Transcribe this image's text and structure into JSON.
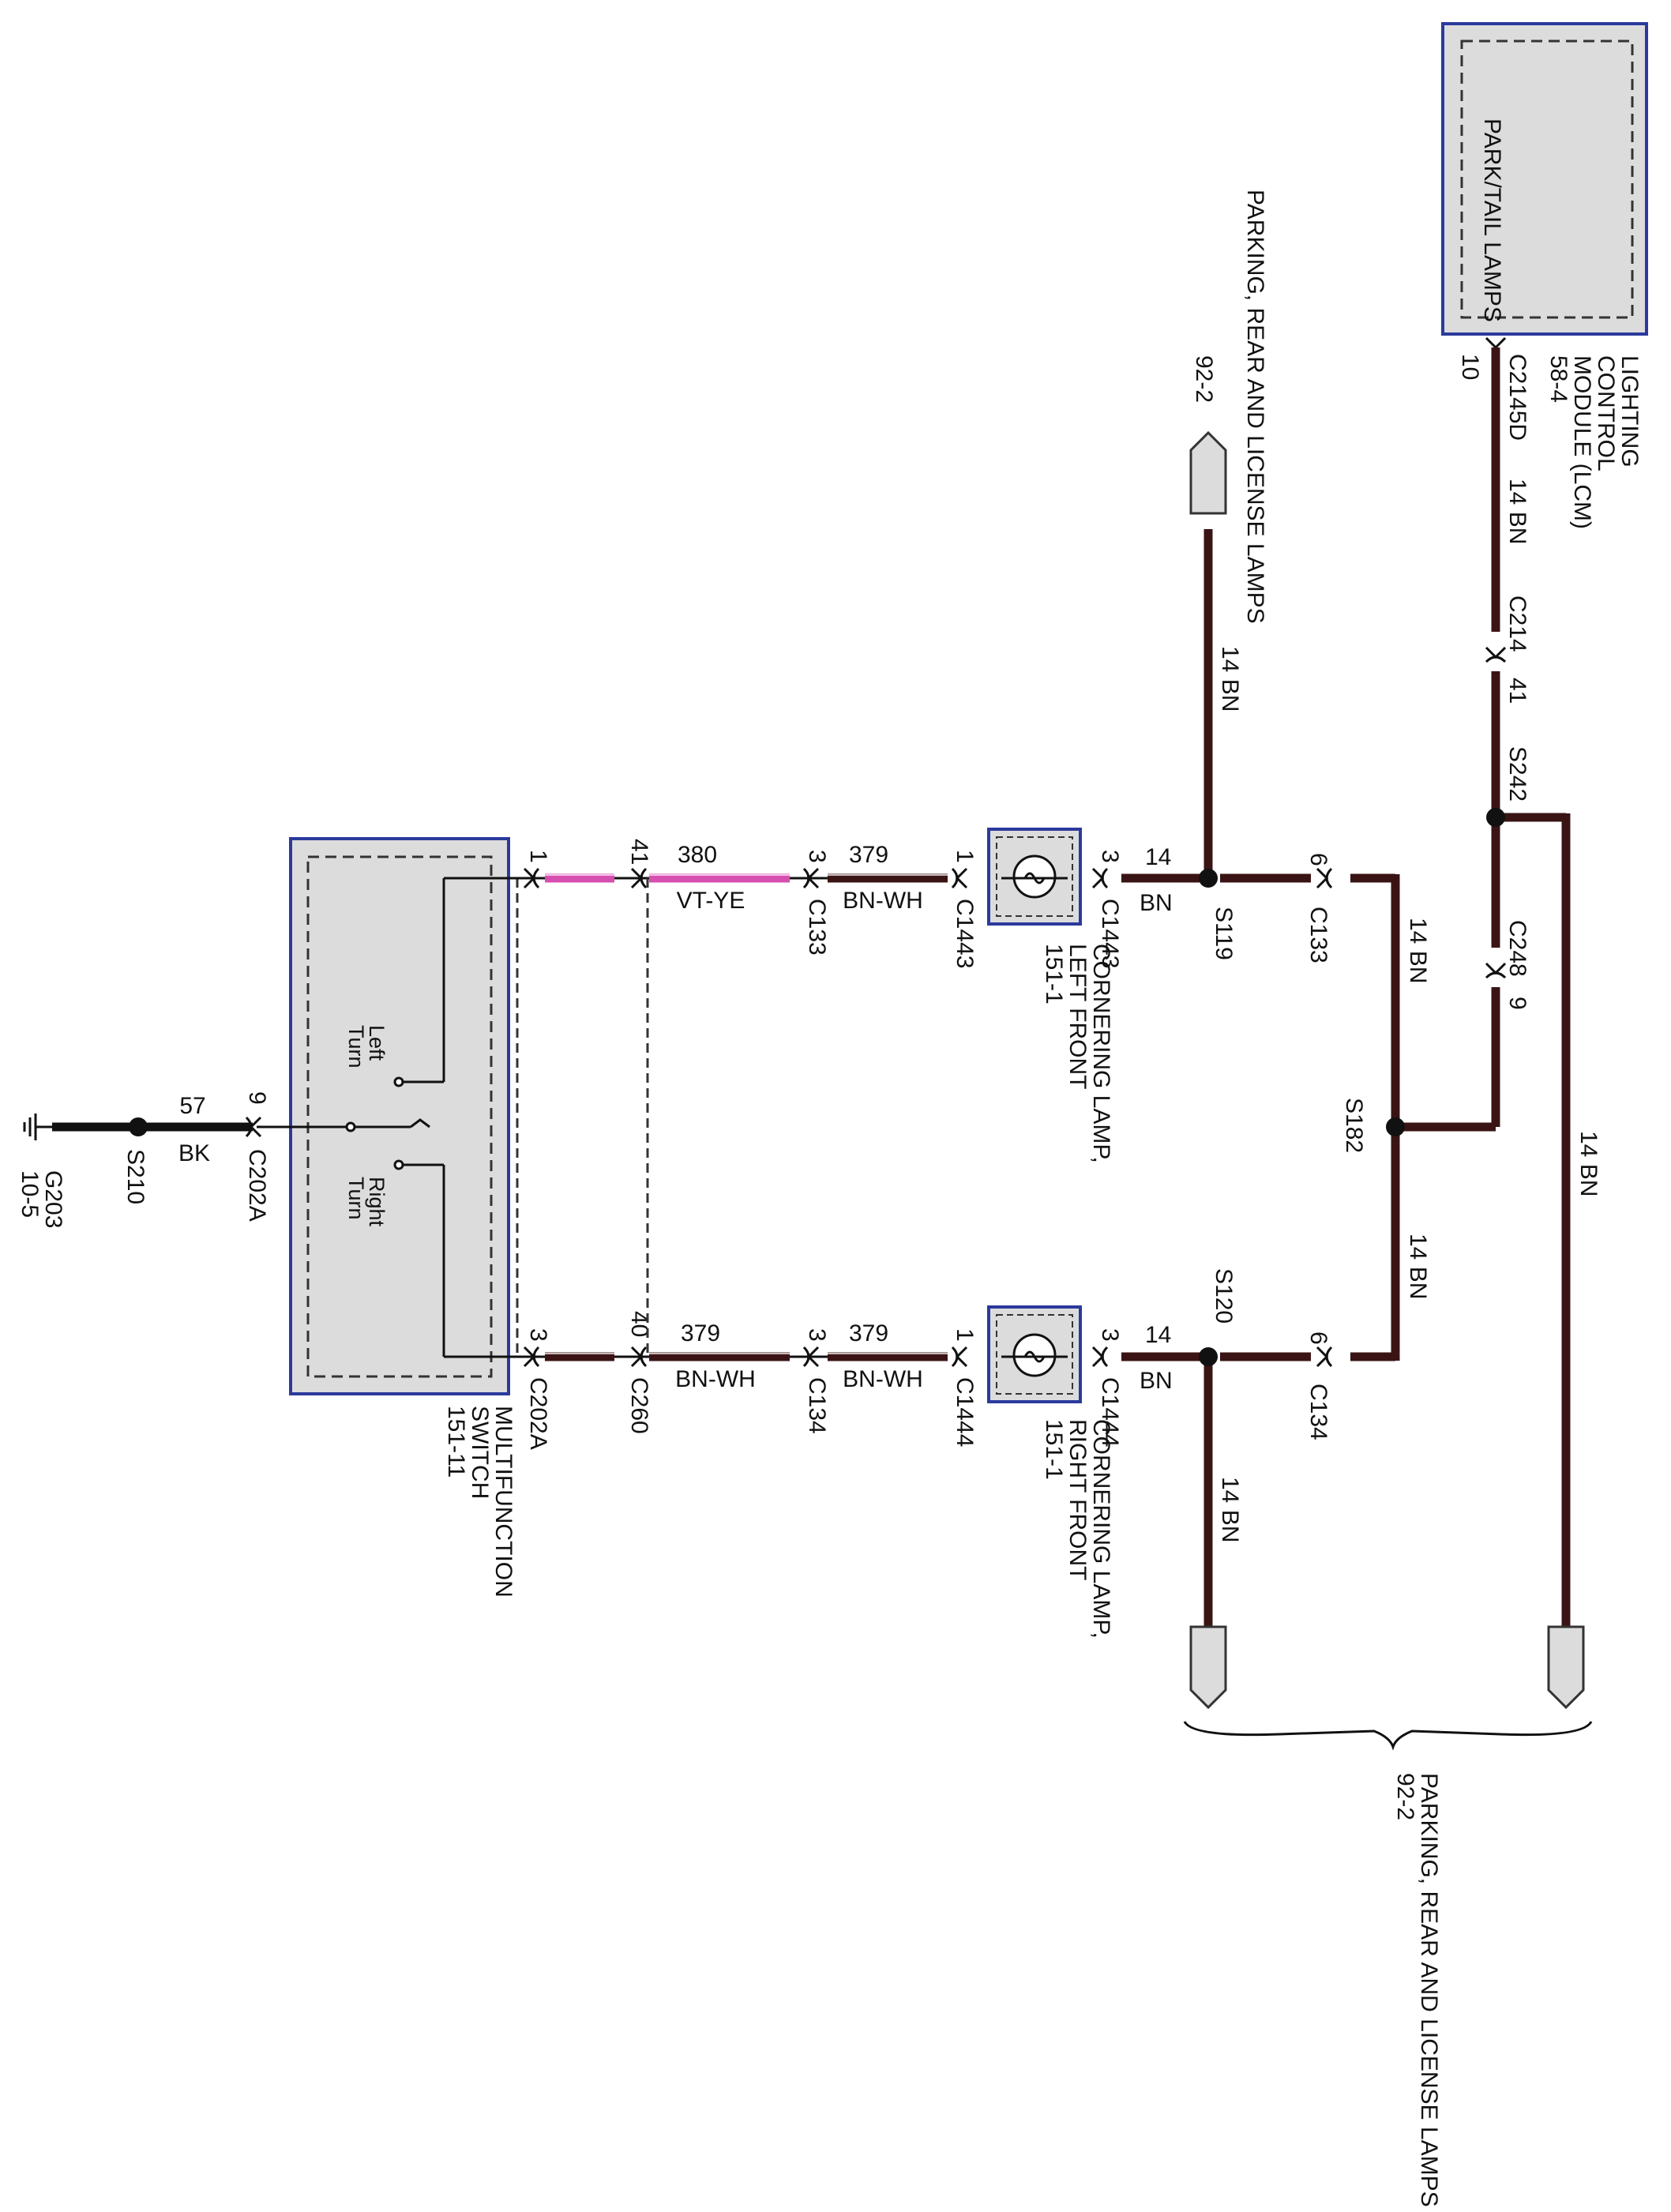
{
  "diagram": {
    "colors": {
      "wire_bn": "#3a1414",
      "wire_bk": "#111111",
      "wire_vt_ye": "#d64fb0",
      "module_fill": "#dcdcdc",
      "module_border": "#2b3a9c",
      "dash": "#333333"
    },
    "lcm": {
      "inner_label": "PARK/TAIL LAMPS",
      "name_lines": [
        "LIGHTING",
        "CONTROL",
        "MODULE (LCM)",
        "58-4"
      ],
      "connector": "C2145D",
      "pin": "10"
    },
    "wires": {
      "w_14bn_a": "14  BN",
      "w_14bn_b": "14  BN",
      "w_14bn_c": "14  BN",
      "w_14bn_d": "14  BN",
      "w_14bn_e": "14  BN",
      "w_14bn_f": "14  BN",
      "s119_gauge": "14",
      "s119_color": "BN",
      "s120_gauge": "14",
      "s120_color": "BN",
      "lf_circuit_a": "379",
      "lf_color_a": "BN-WH",
      "lf_circuit_b": "380",
      "lf_color_b": "VT-YE",
      "rf_circuit_a": "379",
      "rf_color_a": "BN-WH",
      "rf_circuit_b": "379",
      "rf_color_b": "BN-WH",
      "gnd_circuit": "57",
      "gnd_color": "BK"
    },
    "connectors": {
      "c214": "C214",
      "c214_pin": "41",
      "c248": "C248",
      "c248_pin": "9",
      "c133_top": "C133",
      "c133_top_pin": "6",
      "c134_top": "C134",
      "c134_top_pin": "6",
      "c1443_a": "C1443",
      "c1443_a_pin": "3",
      "c1443_b": "C1443",
      "c1443_b_pin": "1",
      "c133_mid": "C133",
      "c133_mid_pin": "3",
      "c1444_a": "C1444",
      "c1444_a_pin": "3",
      "c1444_b": "C1444",
      "c1444_b_pin": "1",
      "c134_mid": "C134",
      "c134_mid_pin": "3",
      "c260_pin_top": "41",
      "c260_pin_bot": "40",
      "c260": "C260",
      "c202a_pin_top": "1",
      "c202a_pin_bot": "3",
      "c202a_bot": "C202A",
      "c202a_left": "C202A",
      "c202a_left_pin": "9"
    },
    "splices": {
      "s242": "S242",
      "s119": "S119",
      "s182": "S182",
      "s120": "S120",
      "s210": "S210"
    },
    "ground": {
      "name": "G203",
      "ref": "10-5"
    },
    "lamps": {
      "left_lines": [
        "CORNERING LAMP,",
        "LEFT FRONT",
        "151-1"
      ],
      "right_lines": [
        "CORNERING LAMP,",
        "RIGHT FRONT",
        "151-1"
      ]
    },
    "switch": {
      "name_lines": [
        "MULTIFUNCTION",
        "SWITCH",
        "151-11"
      ],
      "left_turn_lines": [
        "Left",
        "Turn"
      ],
      "right_turn_lines": [
        "Right",
        "Turn"
      ]
    },
    "offpage": {
      "top_label": "PARKING, REAR AND LICENSE LAMPS",
      "top_ref": "92-2",
      "bottom_label": "PARKING, REAR AND LICENSE LAMPS",
      "bottom_ref": "92-2"
    }
  }
}
